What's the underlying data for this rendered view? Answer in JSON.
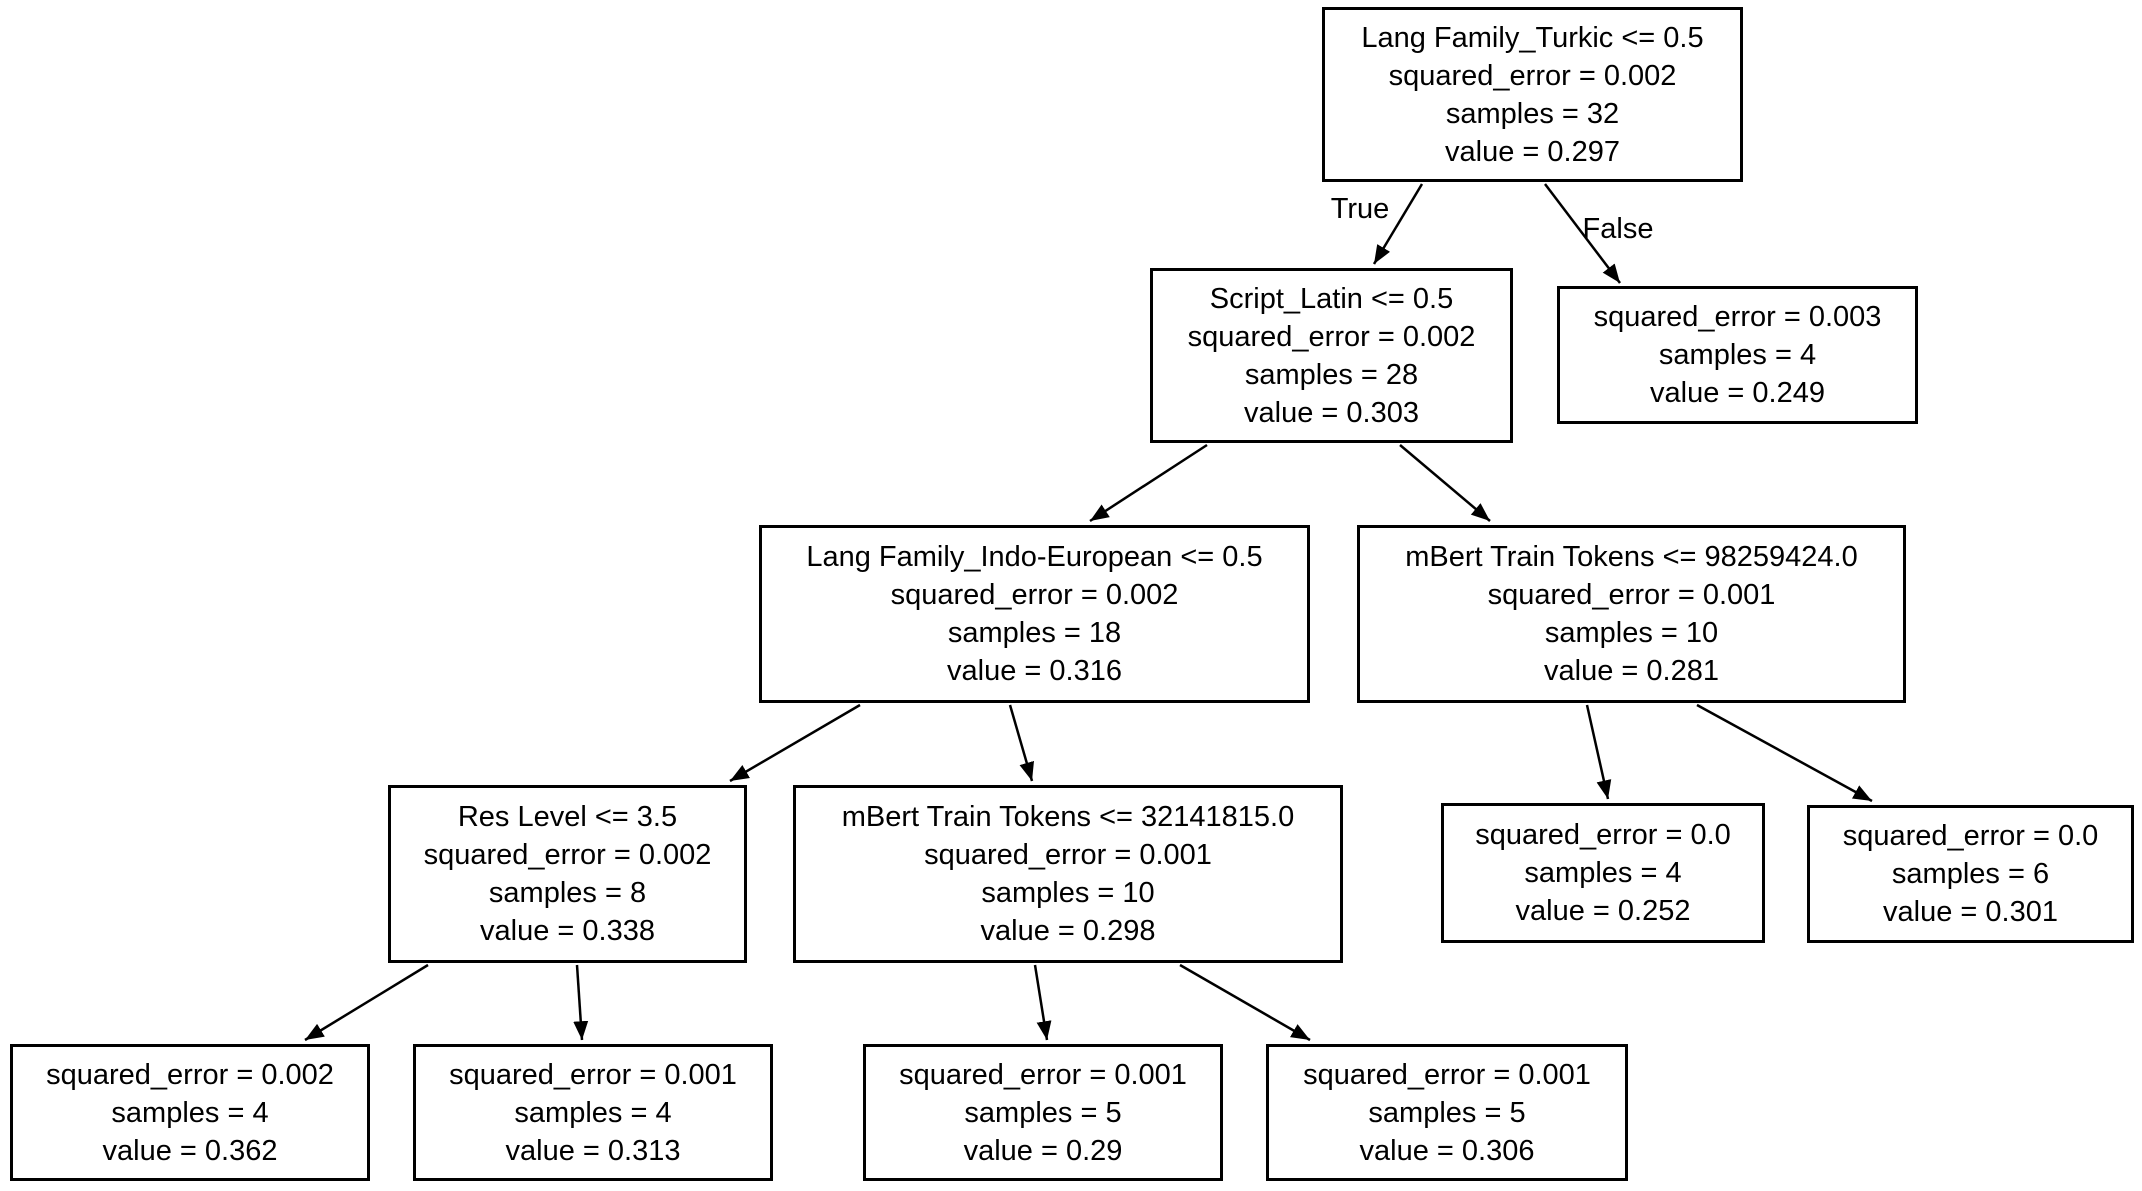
{
  "diagram": {
    "kind": "decision-tree",
    "background_color": "#ffffff",
    "node_fill_color": "#ffffff",
    "node_border_color": "#000000",
    "text_color": "#000000",
    "edge_color": "#000000",
    "branch_labels": {
      "left": "True",
      "right": "False"
    },
    "nodes": [
      {
        "id": "root",
        "lines": [
          "Lang Family_Turkic <= 0.5",
          "squared_error = 0.002",
          "samples = 32",
          "value = 0.297"
        ]
      },
      {
        "id": "script-latin",
        "lines": [
          "Script_Latin <= 0.5",
          "squared_error = 0.002",
          "samples = 28",
          "value = 0.303"
        ]
      },
      {
        "id": "leaf-turkic-false",
        "lines": [
          "squared_error = 0.003",
          "samples = 4",
          "value = 0.249"
        ]
      },
      {
        "id": "indo-european",
        "lines": [
          "Lang Family_Indo-European <= 0.5",
          "squared_error = 0.002",
          "samples = 18",
          "value = 0.316"
        ]
      },
      {
        "id": "mbert-98259424",
        "lines": [
          "mBert Train Tokens <= 98259424.0",
          "squared_error = 0.001",
          "samples = 10",
          "value = 0.281"
        ]
      },
      {
        "id": "res-level",
        "lines": [
          "Res Level <= 3.5",
          "squared_error = 0.002",
          "samples = 8",
          "value = 0.338"
        ]
      },
      {
        "id": "mbert-32141815",
        "lines": [
          "mBert Train Tokens <= 32141815.0",
          "squared_error = 0.001",
          "samples = 10",
          "value = 0.298"
        ]
      },
      {
        "id": "leaf-252",
        "lines": [
          "squared_error = 0.0",
          "samples = 4",
          "value = 0.252"
        ]
      },
      {
        "id": "leaf-301",
        "lines": [
          "squared_error = 0.0",
          "samples = 6",
          "value = 0.301"
        ]
      },
      {
        "id": "leaf-362",
        "lines": [
          "squared_error = 0.002",
          "samples = 4",
          "value = 0.362"
        ]
      },
      {
        "id": "leaf-313",
        "lines": [
          "squared_error = 0.001",
          "samples = 4",
          "value = 0.313"
        ]
      },
      {
        "id": "leaf-29",
        "lines": [
          "squared_error = 0.001",
          "samples = 5",
          "value = 0.29"
        ]
      },
      {
        "id": "leaf-306",
        "lines": [
          "squared_error = 0.001",
          "samples = 5",
          "value = 0.306"
        ]
      }
    ],
    "edges": [
      {
        "from": "root",
        "to": "script-latin",
        "label": "True"
      },
      {
        "from": "root",
        "to": "leaf-turkic-false",
        "label": "False"
      },
      {
        "from": "script-latin",
        "to": "indo-european",
        "label": ""
      },
      {
        "from": "script-latin",
        "to": "mbert-98259424",
        "label": ""
      },
      {
        "from": "indo-european",
        "to": "res-level",
        "label": ""
      },
      {
        "from": "indo-european",
        "to": "mbert-32141815",
        "label": ""
      },
      {
        "from": "mbert-98259424",
        "to": "leaf-252",
        "label": ""
      },
      {
        "from": "mbert-98259424",
        "to": "leaf-301",
        "label": ""
      },
      {
        "from": "res-level",
        "to": "leaf-362",
        "label": ""
      },
      {
        "from": "res-level",
        "to": "leaf-313",
        "label": ""
      },
      {
        "from": "mbert-32141815",
        "to": "leaf-29",
        "label": ""
      },
      {
        "from": "mbert-32141815",
        "to": "leaf-306",
        "label": ""
      }
    ]
  }
}
